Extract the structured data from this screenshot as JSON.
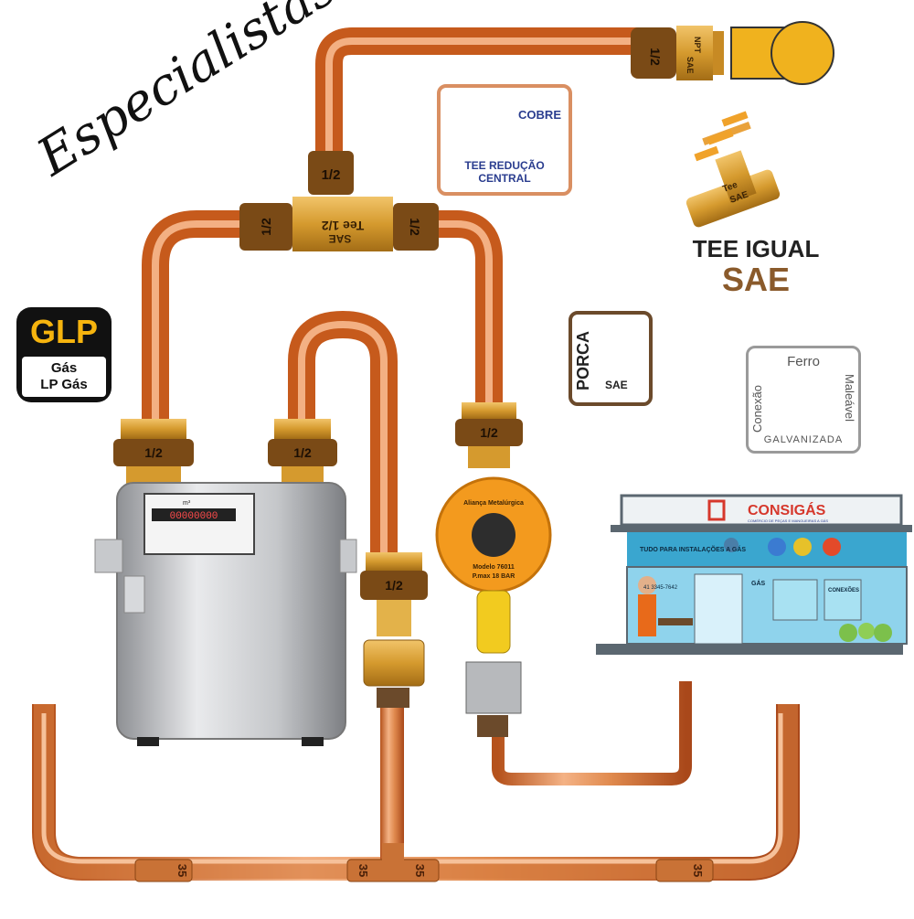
{
  "script_title": "Especialistas",
  "glp_badge": {
    "title": "GLP",
    "line1": "Gás",
    "line2": "LP Gás"
  },
  "tee_reducao_box": {
    "material": "COBRE",
    "caption": "TEE REDUÇÃO CENTRAL"
  },
  "tee_igual": {
    "line1": "TEE IGUAL",
    "line2": "SAE",
    "part_label_1": "Tee",
    "part_label_2": "SAE"
  },
  "porca_box": {
    "vertical": "PORCA",
    "tag": "SAE"
  },
  "ferro_box": {
    "top": "Ferro",
    "left": "Conexão",
    "right": "Maleável",
    "bottom": "GALVANIZADA"
  },
  "fittings": {
    "half": "1/2",
    "tee_center": "Tee 1/2",
    "tee_center_sub": "SAE",
    "sae": "SAE",
    "npt": "NPT",
    "size_35": "35"
  },
  "meter": {
    "counter": "00000000",
    "unit": "m³"
  },
  "regulator": {
    "brand": "Aliança Metalúrgica",
    "model": "Modelo 76011",
    "pmax": "P.max 18 BAR"
  },
  "store": {
    "name": "CONSIGÁS",
    "tagline": "COMÉRCIO DE PEÇAS E MANGUEIRAS A GÁS",
    "banner": "TUDO PARA INSTALAÇÕES A GÁS",
    "phone": "41 3345-7642",
    "section1": "GÁS",
    "section2": "CONEXÕES"
  },
  "colors": {
    "copper": "#c9682a",
    "copper_light": "#f1a56b",
    "brass": "#d9a441",
    "brass_dark": "#7a4a16",
    "orange": "#f39a1e",
    "store_blue": "#7fcde8"
  }
}
